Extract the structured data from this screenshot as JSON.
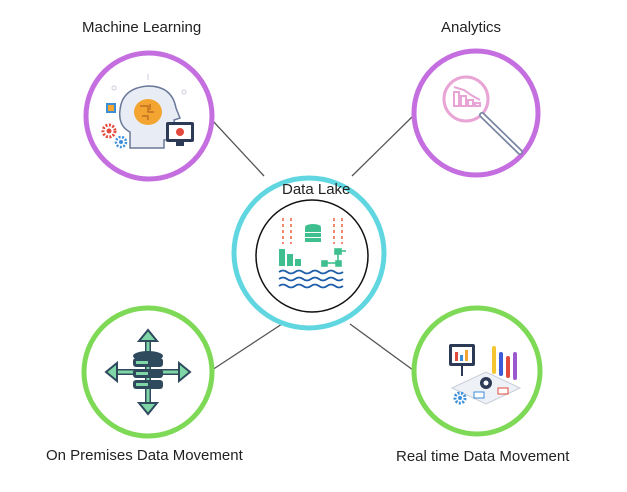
{
  "center": {
    "label": "Data Lake",
    "color": "#5fd6e0"
  },
  "nodes": {
    "machine_learning": {
      "label": "Machine Learning",
      "color": "#c46ee0",
      "icon": "ai-head-icon"
    },
    "analytics": {
      "label": "Analytics",
      "color": "#c46ee0",
      "icon": "magnifier-chart-icon"
    },
    "on_premises": {
      "label": "On Premises Data Movement",
      "color": "#7ed957",
      "icon": "database-arrows-icon"
    },
    "real_time": {
      "label": "Real time Data Movement",
      "color": "#7ed957",
      "icon": "realtime-dashboard-icon"
    }
  }
}
